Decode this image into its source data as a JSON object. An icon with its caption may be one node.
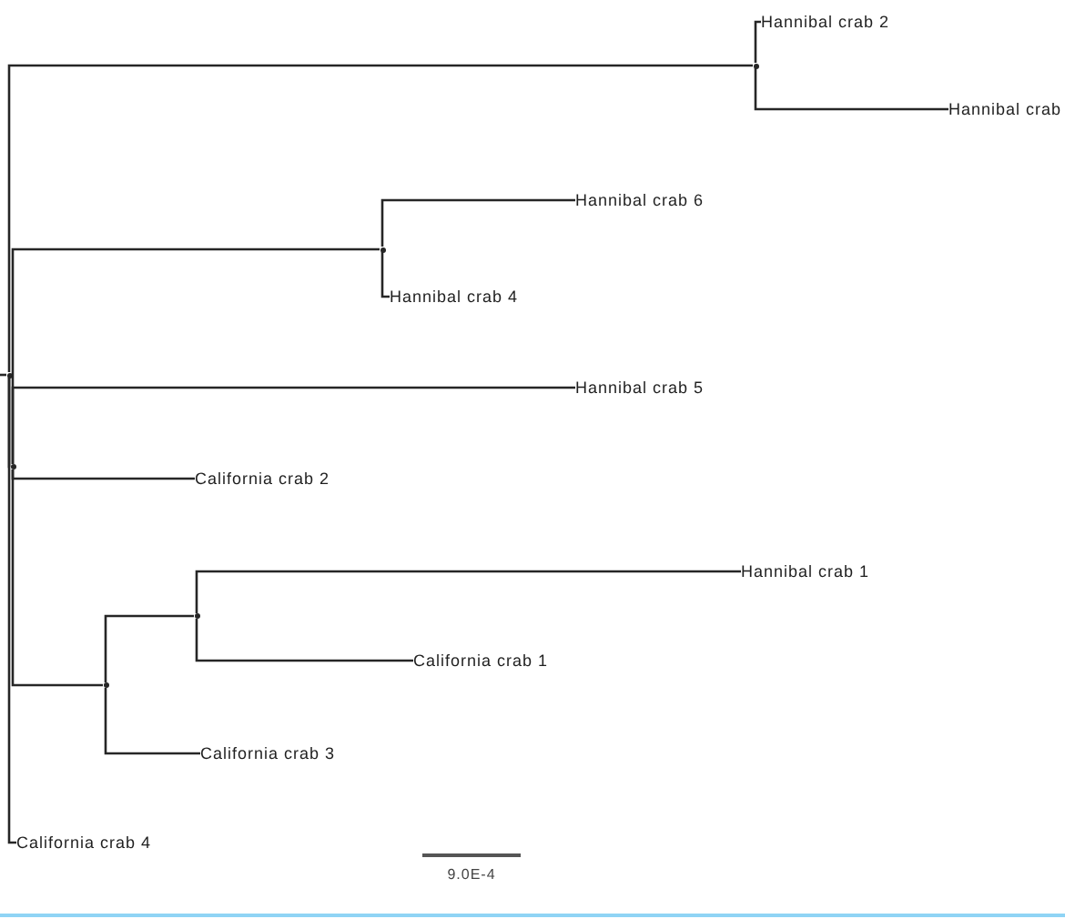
{
  "diagram": {
    "nodes": [
      {
        "text": [],
        "shape": "dot"
      },
      {
        "text": [],
        "shape": "dot"
      },
      {
        "text": [
          "Hannibal crab 2"
        ]
      },
      {
        "text": [
          "Hannibal crab"
        ]
      },
      {
        "text": [],
        "shape": "dot"
      },
      {
        "text": [],
        "shape": "dot"
      },
      {
        "text": [
          "Hannibal crab 6"
        ]
      },
      {
        "text": [
          "Hannibal crab 4"
        ]
      },
      {
        "text": [
          "Hannibal crab 5"
        ]
      },
      {
        "text": [
          "California crab 2"
        ]
      },
      {
        "text": [],
        "shape": "dot"
      },
      {
        "text": [],
        "shape": "dot"
      },
      {
        "text": [
          "Hannibal crab 1"
        ]
      },
      {
        "text": [
          "California crab 1"
        ]
      },
      {
        "text": [
          "California crab 3"
        ]
      },
      {
        "text": [
          "California crab 4"
        ]
      }
    ],
    "edges": [
      {
        "from": null,
        "to": 0,
        "arrow": "none"
      },
      {
        "from": 0,
        "to": 1,
        "arrow": "none"
      },
      {
        "from": 1,
        "to": 2,
        "arrow": "none"
      },
      {
        "from": 1,
        "to": 3,
        "arrow": "none"
      },
      {
        "from": 0,
        "to": 4,
        "arrow": "none"
      },
      {
        "from": 4,
        "to": 5,
        "arrow": "none"
      },
      {
        "from": 5,
        "to": 6,
        "arrow": "none"
      },
      {
        "from": 5,
        "to": 7,
        "arrow": "none"
      },
      {
        "from": 4,
        "to": 8,
        "arrow": "none"
      },
      {
        "from": 4,
        "to": 9,
        "arrow": "none"
      },
      {
        "from": 4,
        "to": 10,
        "arrow": "none"
      },
      {
        "from": 10,
        "to": 11,
        "arrow": "none"
      },
      {
        "from": 11,
        "to": 12,
        "arrow": "none"
      },
      {
        "from": 11,
        "to": 13,
        "arrow": "none"
      },
      {
        "from": 10,
        "to": 14,
        "arrow": "none"
      },
      {
        "from": 0,
        "to": 15,
        "arrow": "none"
      }
    ],
    "labels": [
      "9.0E-4"
    ]
  }
}
